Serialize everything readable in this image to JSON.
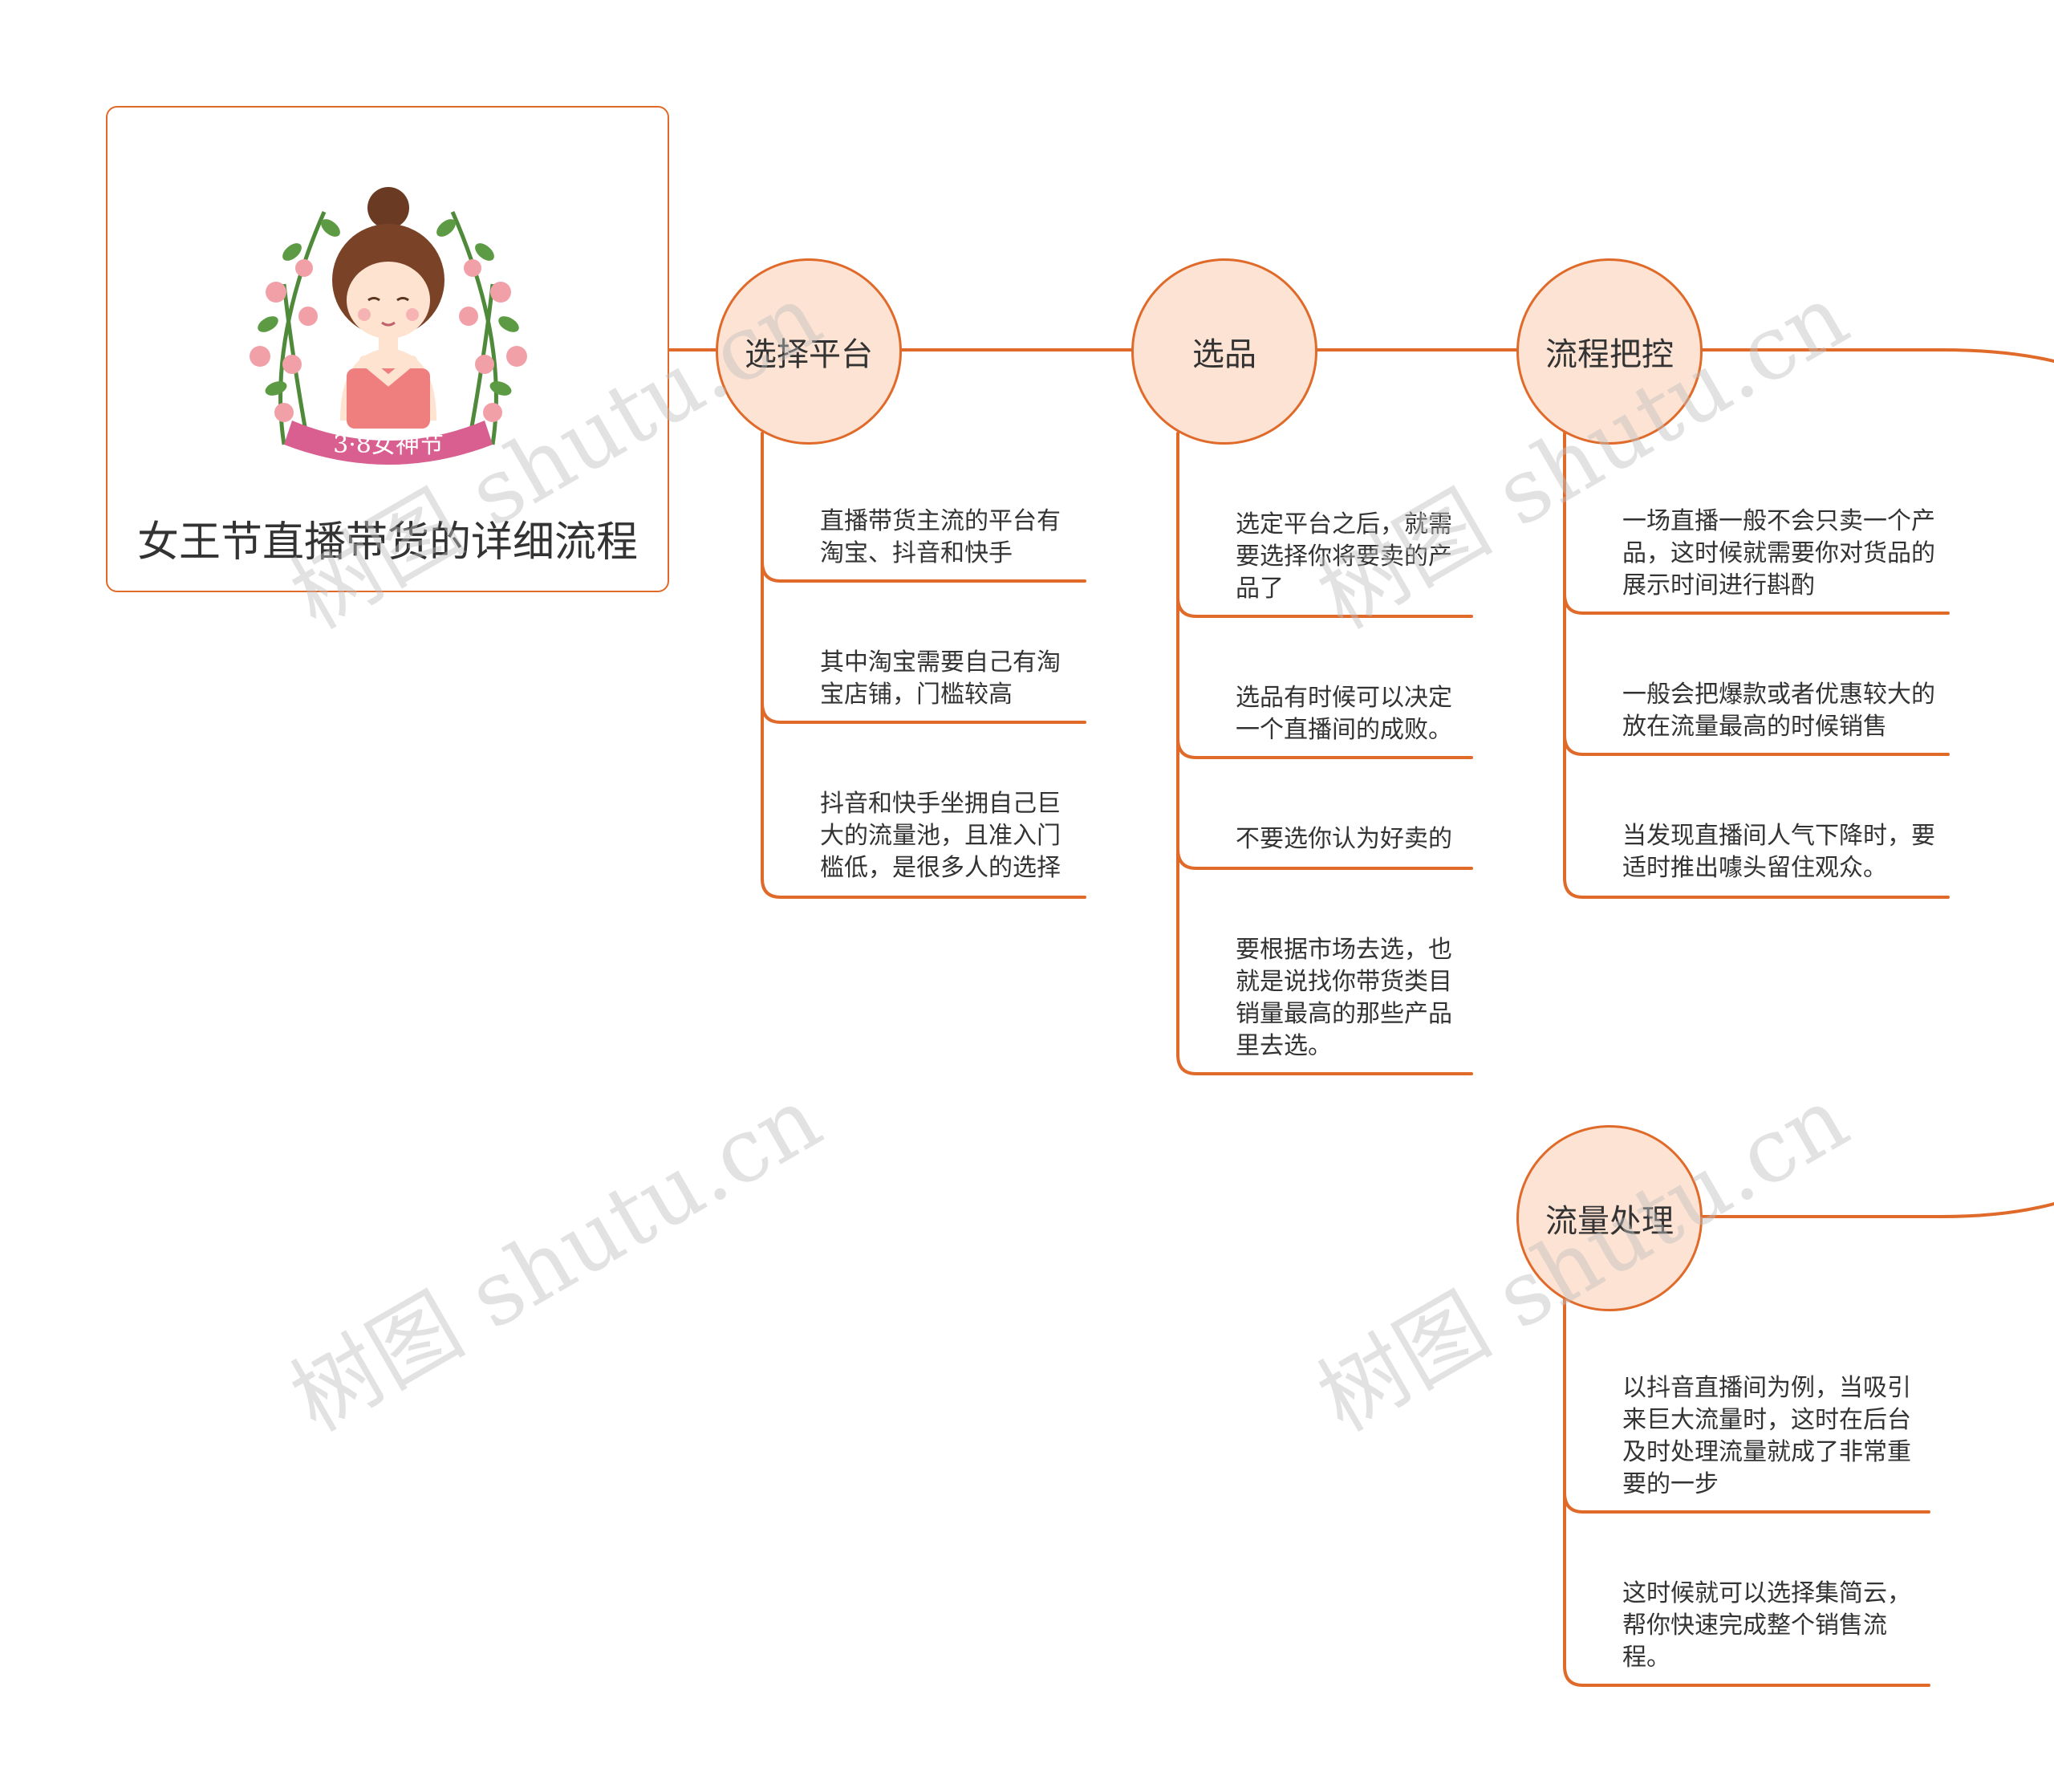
{
  "root": {
    "title": "女王节直播带货的详细流程",
    "badge_text": "3·8女神节"
  },
  "topics": [
    {
      "label": "选择平台",
      "items": [
        "直播带货主流的平台有淘宝、抖音和快手",
        "其中淘宝需要自己有淘宝店铺，门槛较高",
        "抖音和快手坐拥自己巨大的流量池，且准入门槛低，是很多人的选择"
      ]
    },
    {
      "label": "选品",
      "items": [
        "选定平台之后，就需要选择你将要卖的产品了",
        "选品有时候可以决定一个直播间的成败。",
        "不要选你认为好卖的",
        "要根据市场去选，也就是说找你带货类目销量最高的那些产品里去选。"
      ]
    },
    {
      "label": "流程把控",
      "items": [
        "一场直播一般不会只卖一个产品，这时候就需要你对货品的展示时间进行斟酌",
        "一般会把爆款或者优惠较大的放在流量最高的时候销售",
        "当发现直播间人气下降时，要适时推出噱头留住观众。"
      ]
    },
    {
      "label": "流量处理",
      "items": [
        "以抖音直播间为例，当吸引来巨大流量时，这时在后台及时处理流量就成了非常重要的一步",
        "这时候就可以选择集简云，帮你快速完成整个销售流程。"
      ]
    }
  ],
  "watermark": "树图 shutu.cn",
  "colors": {
    "line": "#e06a2a",
    "topic_fill": "#fde3d3"
  }
}
